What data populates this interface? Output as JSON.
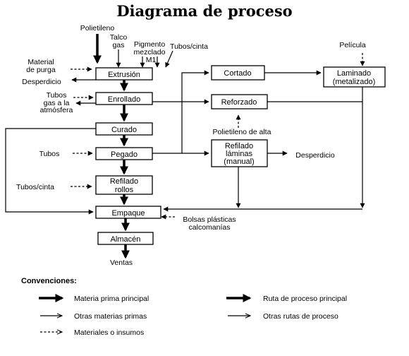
{
  "title": "Diagrama de proceso",
  "nodes": {
    "extrusion": "Extrusión",
    "enrollado": "Enrollado",
    "curado": "Curado",
    "pegado": "Pegado",
    "refilado_rollos_1": "Refilado",
    "refilado_rollos_2": "rollos",
    "empaque": "Empaque",
    "almacen": "Almacén",
    "cortado": "Cortado",
    "reforzado": "Reforzado",
    "refilado_laminas_1": "Refilado",
    "refilado_laminas_2": "láminas",
    "refilado_laminas_3": "(manual)",
    "laminado_1": "Laminado",
    "laminado_2": "(metalizado)"
  },
  "labels": {
    "polietileno": "Polietileno",
    "talco_1": "Talco",
    "talco_2": "gas",
    "pigmento_1": "Pigmento",
    "pigmento_2": "mezclado",
    "pigmento_3": "M1",
    "tubos_cinta_top": "Tubos/cinta",
    "material_purga_1": "Material",
    "material_purga_2": "de purga",
    "desperdicio_left": "Desperdicio",
    "tubos_gas_1": "Tubos",
    "tubos_gas_2": "gas a la",
    "tubos_gas_3": "atmósfera",
    "tubos": "Tubos",
    "tubos_cinta_left": "Tubos/cinta",
    "pelicula": "Película",
    "polietileno_alta": "Polietileno de alta",
    "desperdicio_right": "Desperdicio",
    "bolsas_1": "Bolsas plásticas",
    "bolsas_2": "calcomanías",
    "ventas": "Ventas"
  },
  "legend": {
    "title": "Convenciones:",
    "materia_prima_principal": "Materia prima principal",
    "otras_materias_primas": "Otras materias primas",
    "materiales_insumos": "Materiales o insumos",
    "ruta_principal": "Ruta de proceso principal",
    "otras_rutas": "Otras rutas de proceso"
  }
}
